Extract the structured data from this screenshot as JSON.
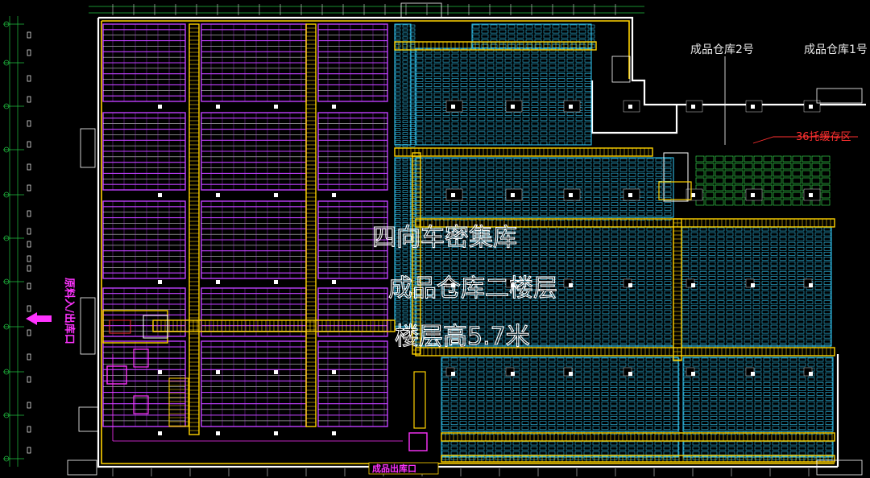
{
  "drawing": {
    "warehouse_2_label": "成品仓库2号",
    "warehouse_1_label": "成品仓库1号",
    "buffer_zone_label": "36托缓存区",
    "side_entrance_label": "原料入/出库口",
    "overlay_lines": [
      "四向车密集库",
      "成品仓库二楼层",
      "楼层高5.7米"
    ],
    "bottom_label": "成品出库口"
  },
  "colors": {
    "background": "#000000",
    "wall": "#ffffff",
    "aisle": "#ffd200",
    "rack_magenta": "#c040ff",
    "rack_cyan": "#33d0ff",
    "rack_green": "#33d04a",
    "accent_magenta": "#ff33ff",
    "accent_red": "#ff3030"
  }
}
